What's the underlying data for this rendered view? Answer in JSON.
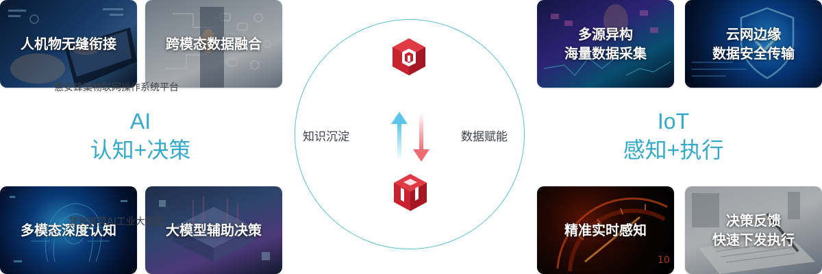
{
  "ai": {
    "line1": "AI",
    "line2": "认知+决策"
  },
  "iot": {
    "line1": "IoT",
    "line2": "感知+执行"
  },
  "tiles": {
    "hci": {
      "line1": "人机物无缝衔接"
    },
    "fusion": {
      "line1": "跨模态数据融合"
    },
    "depth": {
      "line1": "多模态深度认知"
    },
    "llm": {
      "line1": "大模型辅助决策"
    },
    "hetero": {
      "line1": "多源异构",
      "line2": "海量数据采集"
    },
    "edge": {
      "line1": "云网边缘",
      "line2": "数据安全传输"
    },
    "perception": {
      "line1": "精准实时感知"
    },
    "feedback": {
      "line1": "决策反馈",
      "line2": "快速下发执行"
    }
  },
  "center": {
    "platform": "慧安蜂巢物联网操作系统平台",
    "model": "慧安蜂荧AI工业大模型",
    "knowledge": "知识沉淀",
    "empower": "数据赋能"
  },
  "colors": {
    "accent": "#35a9c8",
    "circle": "#5cc0cd",
    "brand_red": "#c8222e",
    "arrow_up": "#5cc6ea",
    "arrow_down": "#ee6b72"
  },
  "icons": {
    "platform": "honeycomb-cube-logo",
    "model": "ai-cube-logo"
  }
}
